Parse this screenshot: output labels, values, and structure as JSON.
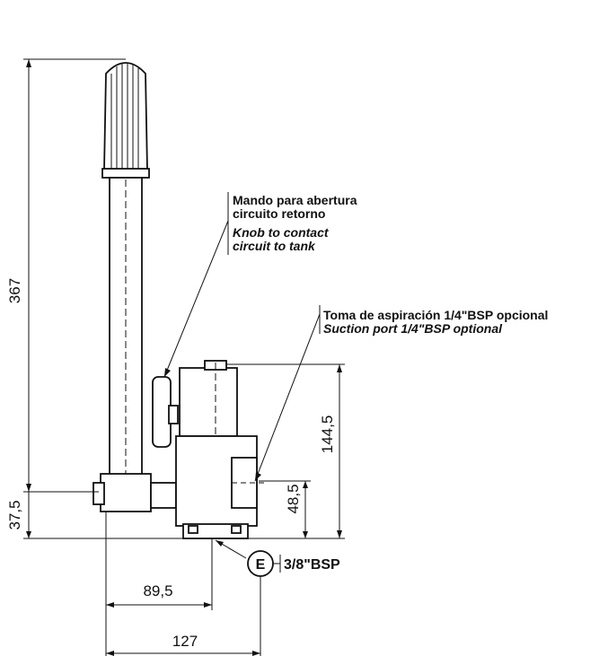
{
  "dimensions": {
    "total_height": "367",
    "bottom_offset": "37,5",
    "body_height": "144,5",
    "port_height": "48,5",
    "width_inner": "89,5",
    "width_outer": "127"
  },
  "labels": {
    "knob": {
      "es_line1": "Mando para abertura",
      "es_line2": "circuito retorno",
      "en_line1": "Knob to contact",
      "en_line2": "circuit to tank"
    },
    "suction": {
      "es": "Toma de aspiración 1/4\"BSP opcional",
      "en": "Suction port 1/4\"BSP  optional"
    },
    "port_e": {
      "letter": "E",
      "thread": "3/8\"BSP"
    }
  }
}
